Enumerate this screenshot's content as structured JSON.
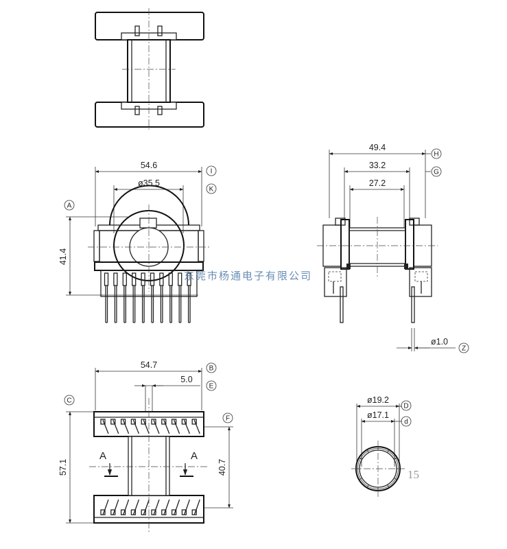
{
  "dimensions": {
    "front_width": "54.6",
    "front_diameter": "ø35.5",
    "front_height": "41.4",
    "side_overall": "49.4",
    "side_mid": "33.2",
    "side_inner": "27.2",
    "pin_diameter": "ø1.0",
    "bottom_width": "54.7",
    "bottom_small": "5.0",
    "bottom_height": "57.1",
    "bottom_inner": "40.7",
    "tube_outer": "ø19.2",
    "tube_inner": "ø17.1"
  },
  "markers": {
    "I": "I",
    "K": "K",
    "A": "A",
    "H": "H",
    "G": "G",
    "Z": "Z",
    "B": "B",
    "E": "E",
    "C": "C",
    "F": "F",
    "D": "D",
    "d": "d"
  },
  "section_label": "A",
  "watermark": "东莞市杨通电子有限公司",
  "page_number": "15"
}
